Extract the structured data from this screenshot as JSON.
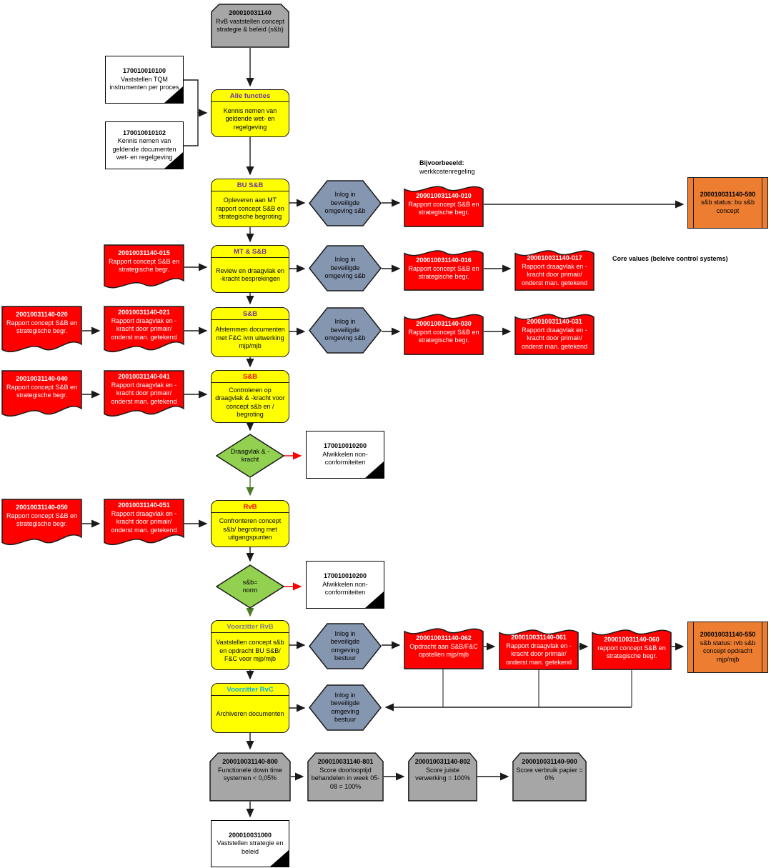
{
  "start": {
    "id": "200010031140",
    "text": "RvB vaststellen concept strategie & beleid (s&b)"
  },
  "refs": {
    "tqm": {
      "id": "170010010100",
      "text": "Vaststellen TQM instrumenten per proces"
    },
    "wet": {
      "id": "170010010102",
      "text": "Kennis nemen van geldende documenten wet- en regelgeving"
    },
    "nonconf1": {
      "id": "170010010200",
      "text": "Afwikkelen non-conformiteiten"
    },
    "nonconf2": {
      "id": "170010010200",
      "text": "Afwikkelen non-conformiteiten"
    },
    "end": {
      "id": "200010031000",
      "text": "Vaststellen strategie en beleid"
    }
  },
  "steps": {
    "alle": {
      "role": "Alle functies",
      "text": "Kennis nemen van geldende wet- en regelgeving"
    },
    "bu": {
      "role": "BU S&B",
      "text": "Opleveren aan MT rapport concept S&B en strategische begroting"
    },
    "mt": {
      "role": "MT & S&B",
      "text": "Review en draagvlak en -kracht besprekingen"
    },
    "sb1": {
      "role": "S&B",
      "text": "Afstemmen documenten met F&C ivm uitwerking mjp/mjb"
    },
    "sb2": {
      "role": "S&B",
      "text": "Controleren op draagvlak & -kracht voor concept s&b en / begroting"
    },
    "rvb": {
      "role": "RvB",
      "text": "Confronteren concept s&b/ begroting met uitgangspunten"
    },
    "vrvb": {
      "role": "Voorzitter RvB",
      "text": "Vaststellen concept s&b en opdracht BU S&B/ F&C voor mjp/mjb"
    },
    "vrvc": {
      "role": "Voorzitter RvC",
      "text": "Archiveren documenten"
    }
  },
  "logins": {
    "sb": "Inlog in beveiligde omgeving s&b",
    "bestuur": "Inlog in beveiligde omgeving bestuur"
  },
  "documents": {
    "d010": {
      "id": "200010031140-010",
      "text": "Rapport concept S&B en strategische begr."
    },
    "d015": {
      "id": "20010031140-015",
      "text": "Rapport concept S&B en strategische begr."
    },
    "d016": {
      "id": "200010031140-016",
      "text": "Rapport concept S&B en strategische begr."
    },
    "d017": {
      "id": "200010031140-017",
      "text": "Rapport draagvlak en - kracht door primair/ onderst man. getekend"
    },
    "d020": {
      "id": "20010031140-020",
      "text": "Rapport concept S&B en strategische begr."
    },
    "d021": {
      "id": "20010031140-021",
      "text": "Rapport draagvlak en - kracht door primair/ onderst man. getekend"
    },
    "d030": {
      "id": "200010031140-030",
      "text": "Rapport concept S&B en strategische begr."
    },
    "d031": {
      "id": "200010031140-031",
      "text": "Rapport draagvlak en - kracht door primair/ onderst man. getekend"
    },
    "d040": {
      "id": "20010031140-040",
      "text": "Rapport concept S&B en strategische begr."
    },
    "d041": {
      "id": "20010031140-041",
      "text": "Rapport draagvlak en - kracht door primair/ onderst man. getekend"
    },
    "d050": {
      "id": "20010031140-050",
      "text": "Rapport concept S&B en strategische begr."
    },
    "d051": {
      "id": "20010031140-051",
      "text": "Rapport draagvlak en - kracht door primair/ onderst man. getekend"
    },
    "d062": {
      "id": "200010031140-062",
      "text": "Opdracht aan S&B/F&C opstellen mjp/mjb"
    },
    "d061": {
      "id": "200010031140-061",
      "text": "Rapport draagvlak en - kracht door primair/ onderst man. getekend"
    },
    "d060": {
      "id": "200010031140-060",
      "text": "rapport concept S&B en strategische begr."
    }
  },
  "statuses": {
    "s500": {
      "id": "200010031140-500",
      "text": "s&b status: bu s&b concept"
    },
    "s550": {
      "id": "200010031140-550",
      "text": "s&b status: rvb s&b concept opdracht mjp/mjb"
    }
  },
  "decisions": {
    "draagvlak": {
      "line1": "Draagvlak & -",
      "line2": "kracht"
    },
    "norm": {
      "line1": "s&b=",
      "line2": "norm"
    }
  },
  "kpis": {
    "k800": {
      "id": "200010031140-800",
      "text": "Functionele down time systemen < 0,05%"
    },
    "k801": {
      "id": "200010031140-801",
      "text": "Score doorlooptijd behandelen in week 05-08 = 100%"
    },
    "k802": {
      "id": "200010031140-802",
      "text": "Score juiste verwerking = 100%"
    },
    "k900": {
      "id": "200010031140-900",
      "text": "Score verbruik papier = 0%"
    }
  },
  "annotations": {
    "example_title": "Bijvoorbeeeld:",
    "example_text": "werkkostenregeling",
    "core_values": "Core values (beleive control systems)"
  },
  "colors": {
    "process_fill": "#FFFF00",
    "document_fill": "#FF0000",
    "login_fill": "#8496B0",
    "decision_fill": "#92D050",
    "status_fill": "#ED7D31",
    "kpi_fill": "#A6A6A6",
    "header_purple": "#7030A0",
    "header_red": "#FF0000",
    "header_gray": "#7E7B8F",
    "header_cyan": "#00B0F0",
    "arrow_red": "#FF0000",
    "arrow_green": "#4E7A27"
  }
}
